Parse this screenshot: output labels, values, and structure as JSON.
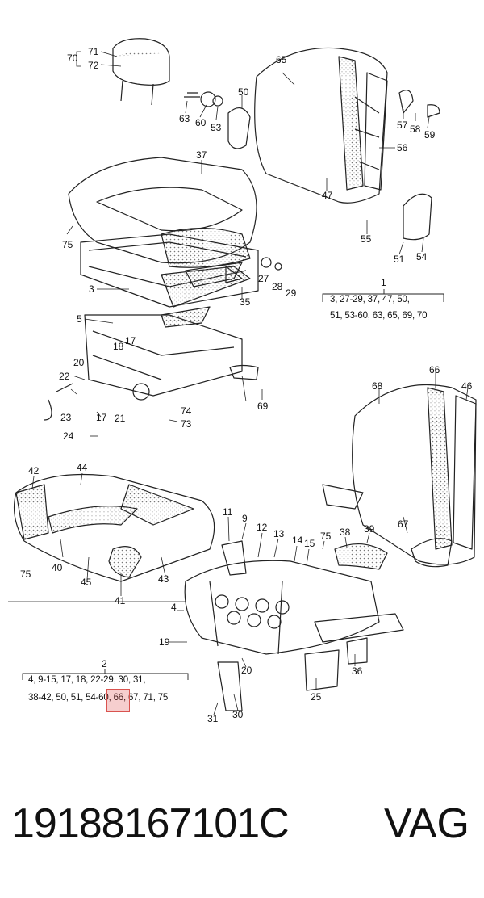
{
  "callouts": [
    "1",
    "70",
    "71",
    "72",
    "63",
    "60",
    "53",
    "50",
    "65",
    "57",
    "58",
    "59",
    "56",
    "37",
    "47",
    "75",
    "55",
    "51",
    "54",
    "27",
    "28",
    "29",
    "3",
    "35",
    "5",
    "17",
    "18",
    "20",
    "22",
    "21",
    "74",
    "73",
    "69",
    "23",
    "24",
    "68",
    "66",
    "46",
    "42",
    "44",
    "11",
    "9",
    "12",
    "13",
    "14",
    "15",
    "38",
    "39",
    "75",
    "40",
    "45",
    "43",
    "41",
    "4",
    "67",
    "19",
    "2",
    "20",
    "36",
    "25",
    "31",
    "30"
  ],
  "boxes": {
    "box1": {
      "title": "1",
      "line1": "3, 27-29, 37, 47, 50,",
      "line2": "51, 53-60, 63, 65, 69, 70"
    },
    "box2": {
      "title": "2",
      "line1": "4, 9-15, 17, 18, 22-29, 30, 31,",
      "line2": "38-42, 50, 51, 54-60, 66, 67, 71, 75"
    }
  },
  "footer": {
    "part_number": "19188167101C",
    "brand": "VAG"
  },
  "colors": {
    "line": "#222222",
    "highlight": "#d9534f",
    "dots": "#888888"
  }
}
